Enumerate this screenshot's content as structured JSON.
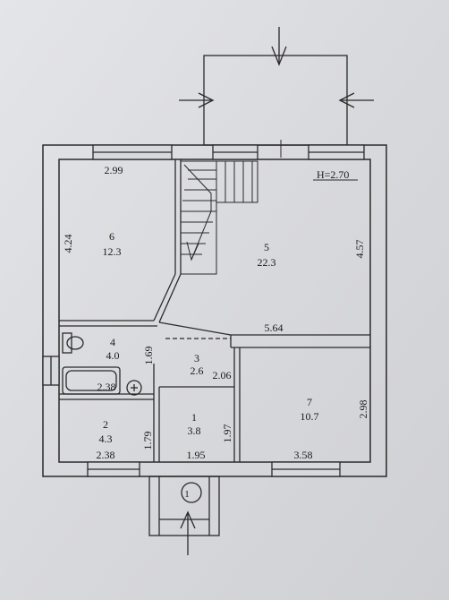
{
  "plan": {
    "height_label": "H=2.70",
    "axis_marker": "1",
    "rooms": [
      {
        "id": "6",
        "number": "6",
        "area": "12.3"
      },
      {
        "id": "5",
        "number": "5",
        "area": "22.3"
      },
      {
        "id": "4",
        "number": "4",
        "area": "4.0"
      },
      {
        "id": "3",
        "number": "3",
        "area": "2.6"
      },
      {
        "id": "2",
        "number": "2",
        "area": "4.3"
      },
      {
        "id": "1",
        "number": "1",
        "area": "3.8"
      },
      {
        "id": "7",
        "number": "7",
        "area": "10.7"
      }
    ],
    "dimensions": {
      "d_2_99": "2.99",
      "d_4_24": "4.24",
      "d_4_57": "4.57",
      "d_5_64": "5.64",
      "d_1_69": "1.69",
      "d_2_06": "2.06",
      "d_2_38_bath": "2.38",
      "d_2_98": "2.98",
      "d_1_79": "1.79",
      "d_1_97": "1.97",
      "d_2_38_bottom": "2.38",
      "d_1_95": "1.95",
      "d_3_58": "3.58"
    }
  }
}
